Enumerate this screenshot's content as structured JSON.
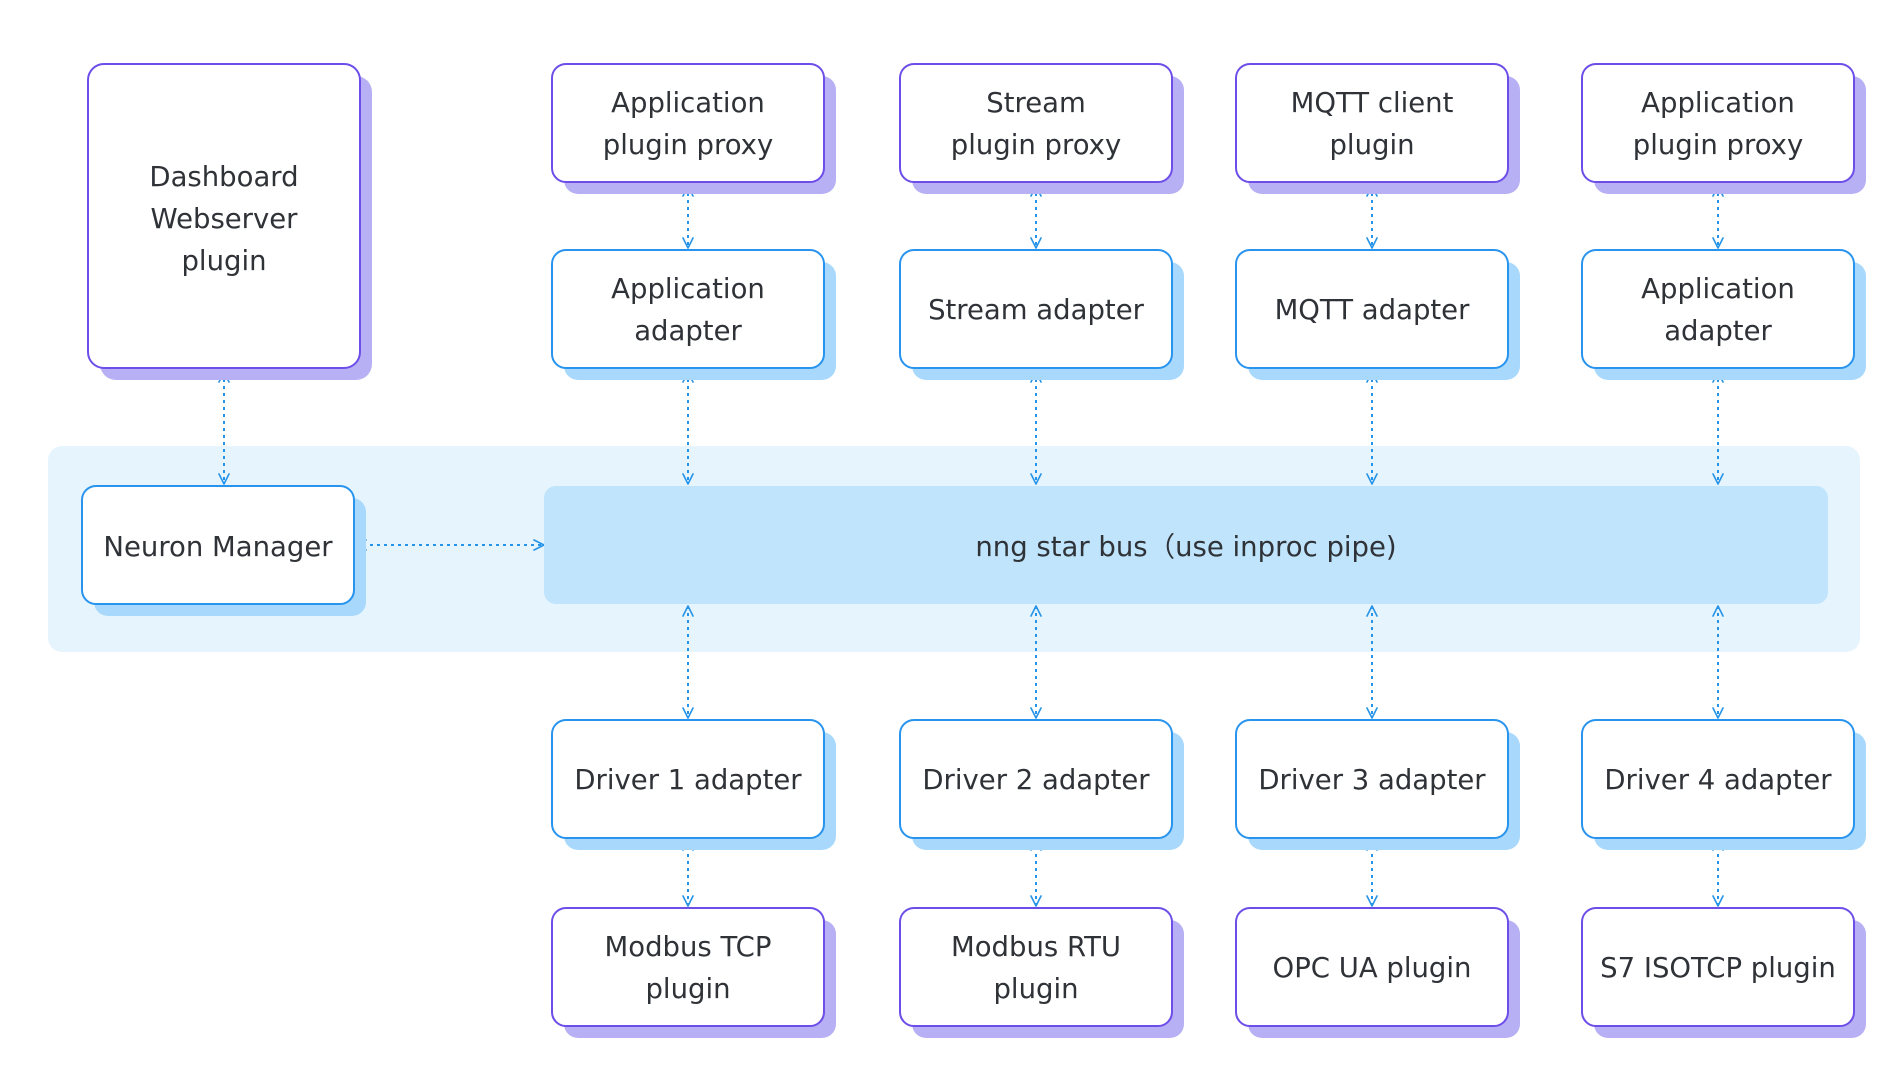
{
  "colors": {
    "plugin_border": "#6d4ee8",
    "plugin_shadow": "#b8b0f4",
    "adapter_border": "#2894ee",
    "adapter_shadow": "#a8d8fb",
    "bus_fill": "#bfe4fc",
    "bus_panel": "#e6f4fd",
    "arrow": "#2594e8",
    "text": "#2f3237"
  },
  "dashboard": {
    "lines": [
      "Dashboard",
      "Webserver",
      "plugin"
    ]
  },
  "manager": {
    "label": "Neuron Manager"
  },
  "bus": {
    "label": "nng star bus（use inproc pipe)"
  },
  "north_plugins": [
    {
      "lines": [
        "Application",
        "plugin proxy"
      ]
    },
    {
      "lines": [
        "Stream",
        "plugin proxy"
      ]
    },
    {
      "lines": [
        "MQTT client",
        "plugin"
      ]
    },
    {
      "lines": [
        "Application",
        "plugin proxy"
      ]
    }
  ],
  "north_adapters": [
    {
      "lines": [
        "Application",
        "adapter"
      ]
    },
    {
      "lines": [
        "Stream adapter"
      ]
    },
    {
      "lines": [
        "MQTT adapter"
      ]
    },
    {
      "lines": [
        "Application",
        "adapter"
      ]
    }
  ],
  "south_adapters": [
    {
      "lines": [
        "Driver 1 adapter"
      ]
    },
    {
      "lines": [
        "Driver 2 adapter"
      ]
    },
    {
      "lines": [
        "Driver 3 adapter"
      ]
    },
    {
      "lines": [
        "Driver 4 adapter"
      ]
    }
  ],
  "south_plugins": [
    {
      "lines": [
        "Modbus TCP",
        "plugin"
      ]
    },
    {
      "lines": [
        "Modbus RTU",
        "plugin"
      ]
    },
    {
      "lines": [
        "OPC UA plugin"
      ]
    },
    {
      "lines": [
        "S7 ISOTCP plugin"
      ]
    }
  ]
}
